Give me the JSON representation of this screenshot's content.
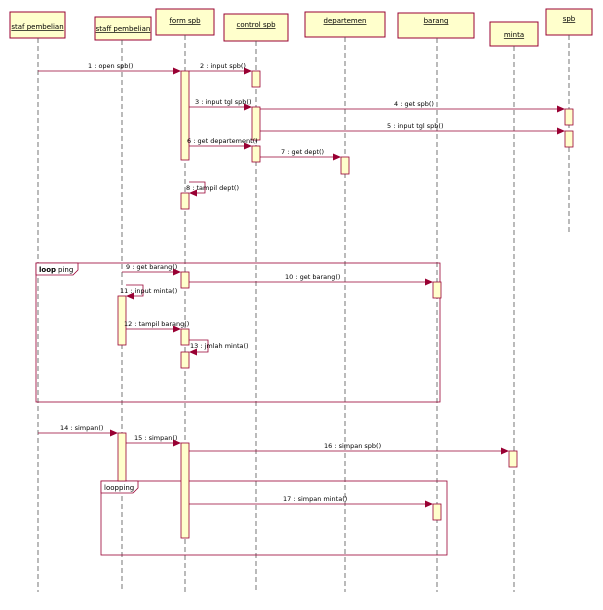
{
  "participants": [
    {
      "id": "staf",
      "name": "staf pembelian"
    },
    {
      "id": "staff",
      "name": "staff pembelian"
    },
    {
      "id": "form",
      "name": "form spb"
    },
    {
      "id": "control",
      "name": "control spb"
    },
    {
      "id": "dept",
      "name": "departemen"
    },
    {
      "id": "barang",
      "name": "barang"
    },
    {
      "id": "minta",
      "name": "minta"
    },
    {
      "id": "spb",
      "name": "spb"
    }
  ],
  "messages": [
    {
      "n": 1,
      "label": "1 : open spb()",
      "from": "staf",
      "to": "form"
    },
    {
      "n": 2,
      "label": "2 : input spb()",
      "from": "form",
      "to": "control"
    },
    {
      "n": 3,
      "label": "3 : input tgl spb()",
      "from": "form",
      "to": "control"
    },
    {
      "n": 4,
      "label": "4 : get spb()",
      "from": "control",
      "to": "spb"
    },
    {
      "n": 5,
      "label": "5 : input tgl spb()",
      "from": "control",
      "to": "spb"
    },
    {
      "n": 6,
      "label": "6 : get departement()",
      "from": "form",
      "to": "control"
    },
    {
      "n": 7,
      "label": "7 : get dept()",
      "from": "control",
      "to": "dept"
    },
    {
      "n": 8,
      "label": "8 : tampil dept()",
      "from": "form",
      "to": "form"
    },
    {
      "n": 9,
      "label": "9 : get barang()",
      "from": "staff",
      "to": "form"
    },
    {
      "n": 10,
      "label": "10 : get barang()",
      "from": "form",
      "to": "barang"
    },
    {
      "n": 11,
      "label": "11 : input minta()",
      "from": "staff",
      "to": "staff"
    },
    {
      "n": 12,
      "label": "12 : tampil barang()",
      "from": "staff",
      "to": "form"
    },
    {
      "n": 13,
      "label": "13 : jmlah minta()",
      "from": "form",
      "to": "form"
    },
    {
      "n": 14,
      "label": "14 : simpan()",
      "from": "staf",
      "to": "staff"
    },
    {
      "n": 15,
      "label": "15 : simpan()",
      "from": "staff",
      "to": "form"
    },
    {
      "n": 16,
      "label": "16 : simpan spb()",
      "from": "form",
      "to": "minta"
    },
    {
      "n": 17,
      "label": "17 : simpan minta()",
      "from": "form",
      "to": "barang"
    }
  ],
  "frames": [
    {
      "operator": "loop",
      "guard": "ping"
    },
    {
      "operator": "loop",
      "guard": "ping"
    }
  ]
}
